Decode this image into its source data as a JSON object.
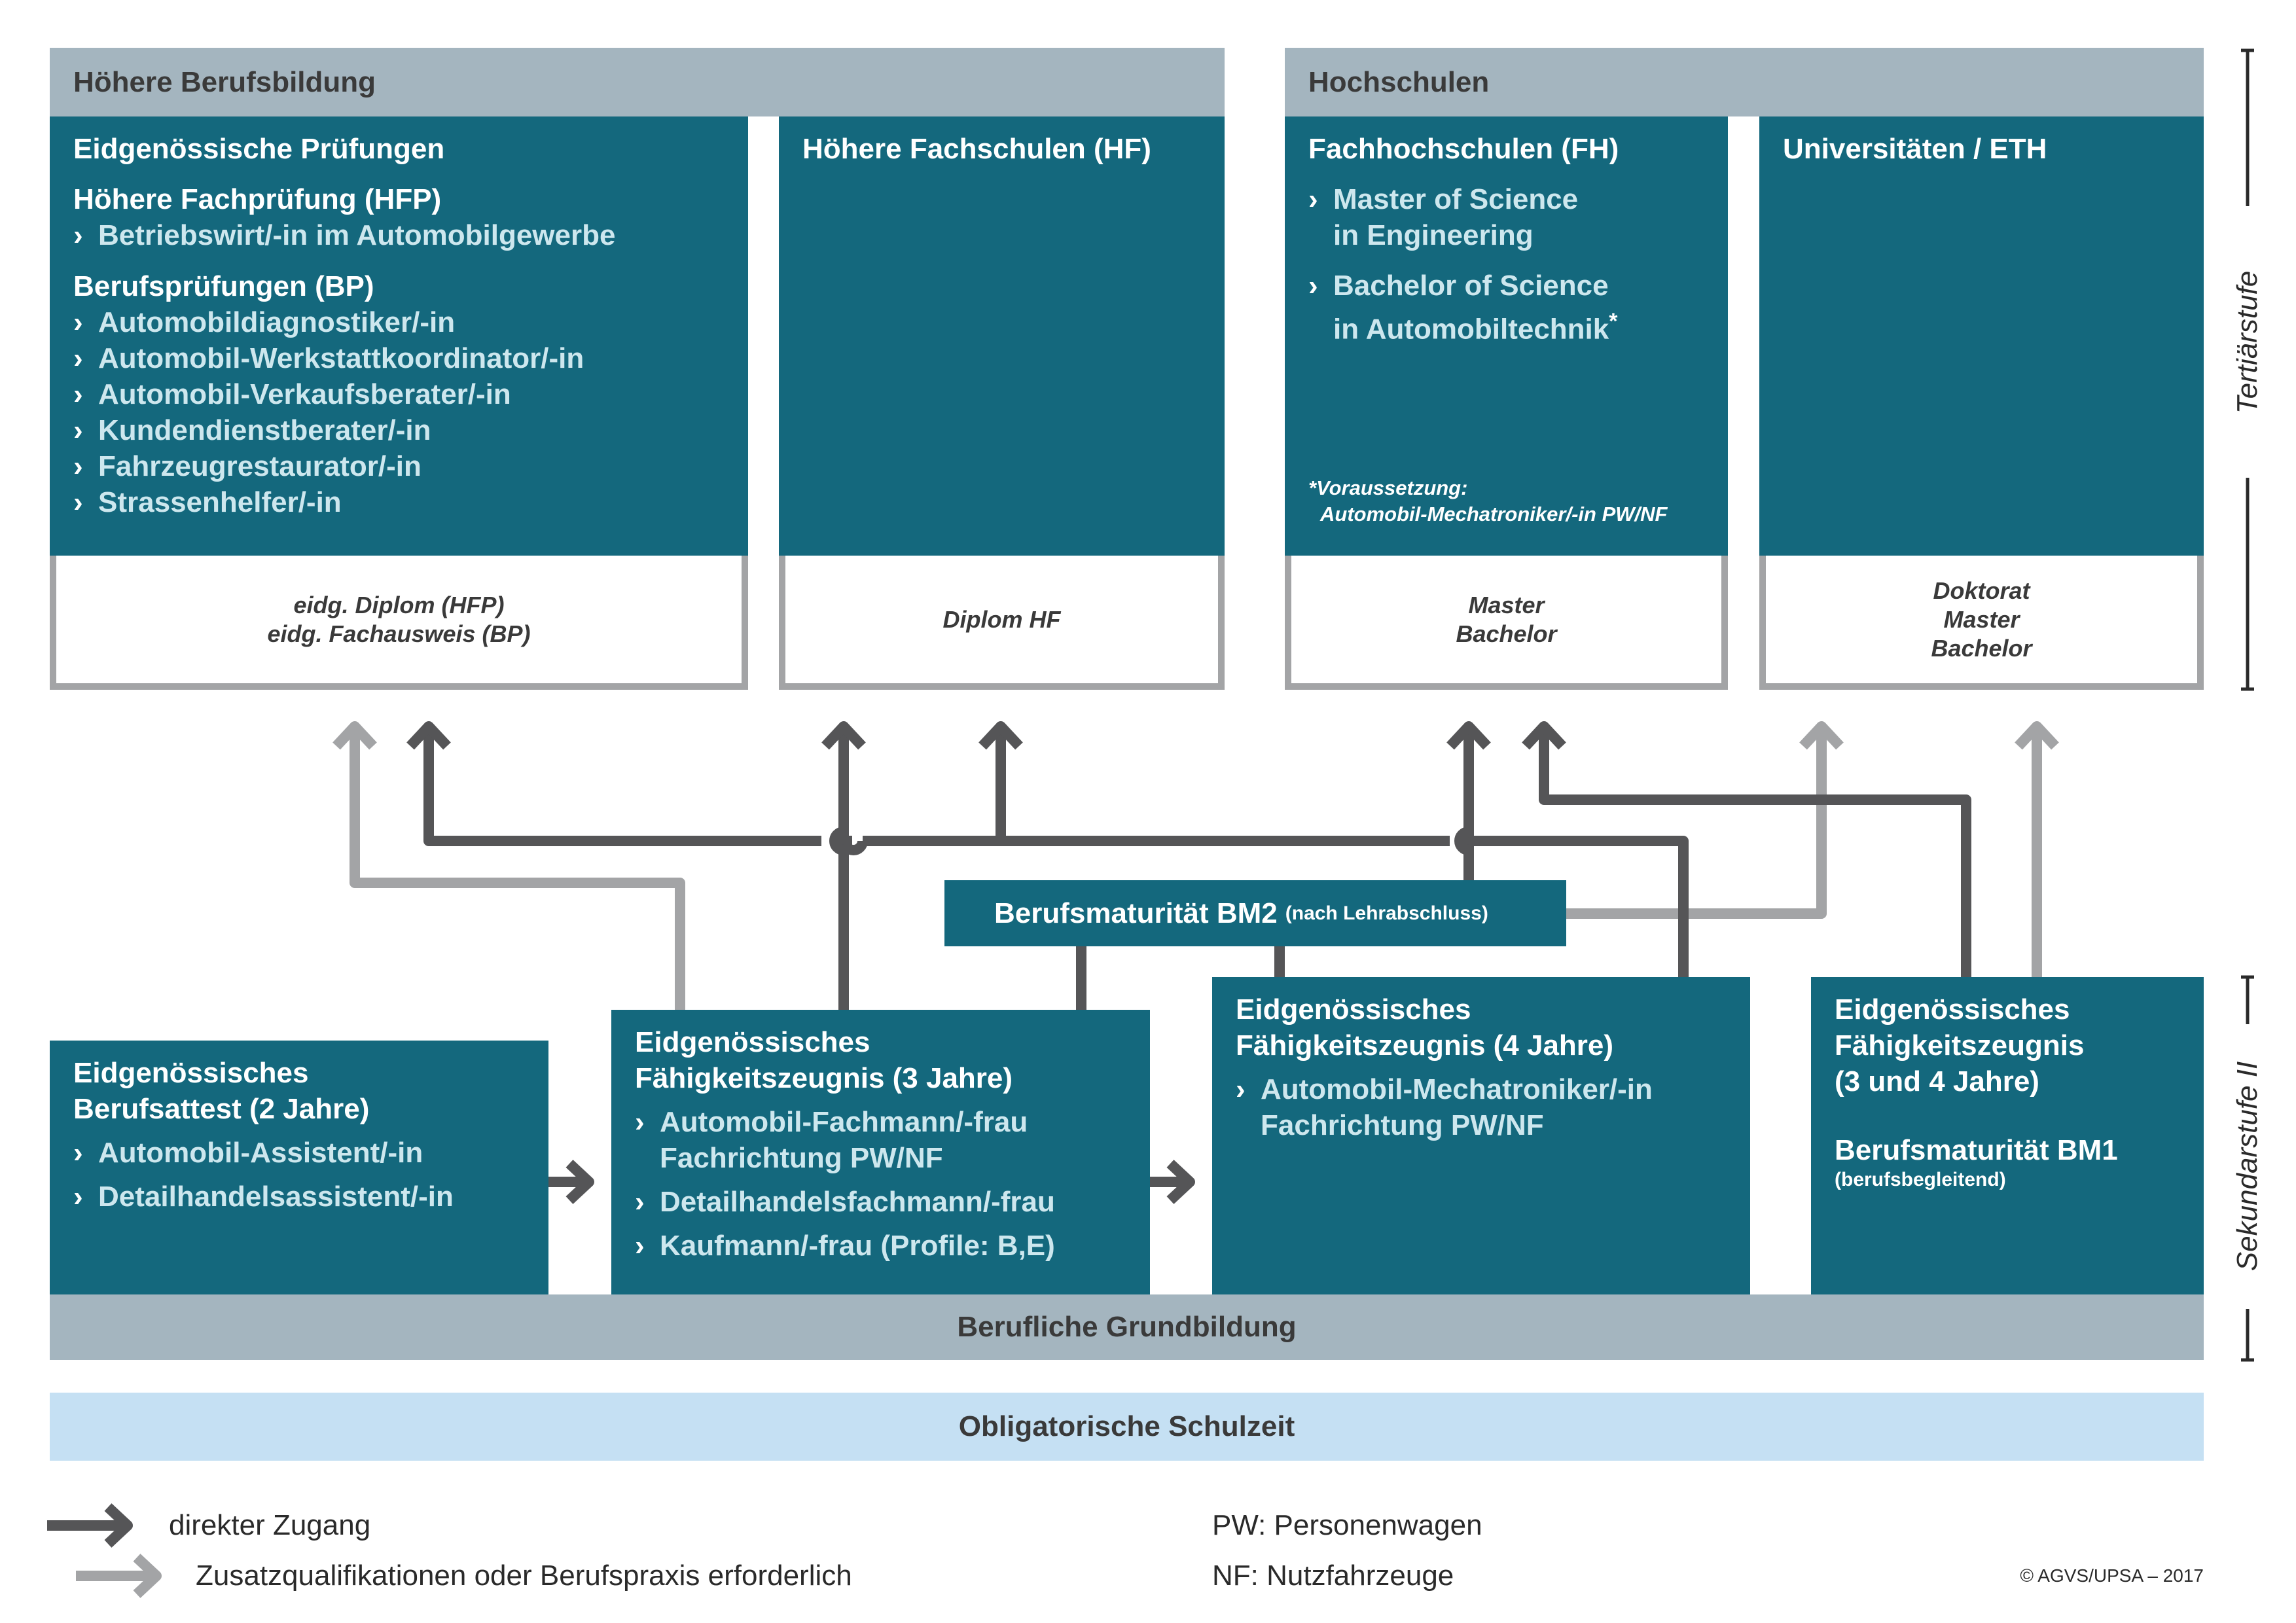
{
  "headers": {
    "hoehere_berufsbildung": "Höhere Berufsbildung",
    "hochschulen": "Hochschulen",
    "berufliche_grundbildung": "Berufliche Grundbildung",
    "obligatorische_schulzeit": "Obligatorische Schulzeit"
  },
  "eidg_pruefungen": {
    "title": "Eidgenössische Prüfungen",
    "hfp_title": "Höhere Fachprüfung (HFP)",
    "hfp_items": [
      "Betriebswirt/-in im Automobilgewerbe"
    ],
    "bp_title": "Berufsprüfungen (BP)",
    "bp_items": [
      "Automobildiagnostiker/-in",
      "Automobil-Werkstattkoordinator/-in",
      "Automobil-Verkaufsberater/-in",
      "Kundendienstberater/-in",
      "Fahrzeugrestaurator/-in",
      "Strassenhelfer/-in"
    ],
    "diploma_lines": [
      "eidg. Diplom (HFP)",
      "eidg. Fachausweis (BP)"
    ]
  },
  "hf": {
    "title": "Höhere Fachschulen (HF)",
    "diploma_lines": [
      "Diplom HF"
    ]
  },
  "fh": {
    "title": "Fachhochschulen (FH)",
    "items": [
      {
        "line1": "Master of Science",
        "line2": "in Engineering"
      },
      {
        "line1": "Bachelor of Science",
        "line2": "in Automobiltechnik",
        "asterisk": "*"
      }
    ],
    "note_line1": "*Voraussetzung:",
    "note_line2": "Automobil-Mechatroniker/-in PW/NF",
    "diploma_lines": [
      "Master",
      "Bachelor"
    ]
  },
  "uni": {
    "title": "Universitäten / ETH",
    "diploma_lines": [
      "Doktorat",
      "Master",
      "Bachelor"
    ]
  },
  "bm2": {
    "title": "Berufsmaturität BM2",
    "suffix": "(nach Lehrabschluss)"
  },
  "eba": {
    "title_line1": "Eidgenössisches",
    "title_line2": "Berufsattest (2 Jahre)",
    "items": [
      "Automobil-Assistent/-in",
      "Detailhandelsassistent/-in"
    ]
  },
  "efz3": {
    "title_line1": "Eidgenössisches",
    "title_line2": "Fähigkeitszeugnis (3 Jahre)",
    "items": [
      {
        "line1": "Automobil-Fachmann/-frau",
        "line2": "Fachrichtung PW/NF"
      },
      {
        "line1": "Detailhandelsfachmann/-frau"
      },
      {
        "line1": "Kaufmann/-frau (Profile: B,E)"
      }
    ]
  },
  "efz4": {
    "title_line1": "Eidgenössisches",
    "title_line2": "Fähigkeitszeugnis (4 Jahre)",
    "items": [
      {
        "line1": "Automobil-Mechatroniker/-in",
        "line2": "Fachrichtung PW/NF"
      }
    ]
  },
  "efz34": {
    "title_line1": "Eidgenössisches",
    "title_line2": "Fähigkeitszeugnis",
    "title_line3": "(3 und 4 Jahre)",
    "bm1_title": "Berufsmaturität BM1",
    "bm1_sub": "(berufsbegleitend)"
  },
  "side_labels": {
    "tertiaer": "Tertiärstufe",
    "sekundar": "Sekundarstufe II"
  },
  "legend": {
    "direct": "direkter Zugang",
    "additional": "Zusatzqualifikationen oder Berufspraxis erforderlich",
    "pw": "PW: Personenwagen",
    "nf": "NF: Nutzfahrzeuge",
    "copyright": "© AGVS/UPSA – 2017"
  },
  "colors": {
    "teal": "#14687d",
    "gray_header": "#a4b5bf",
    "light_blue": "#c5e0f3",
    "arrow_dark": "#555557",
    "arrow_light": "#a3a4a6",
    "item_text": "#cde7ee"
  }
}
